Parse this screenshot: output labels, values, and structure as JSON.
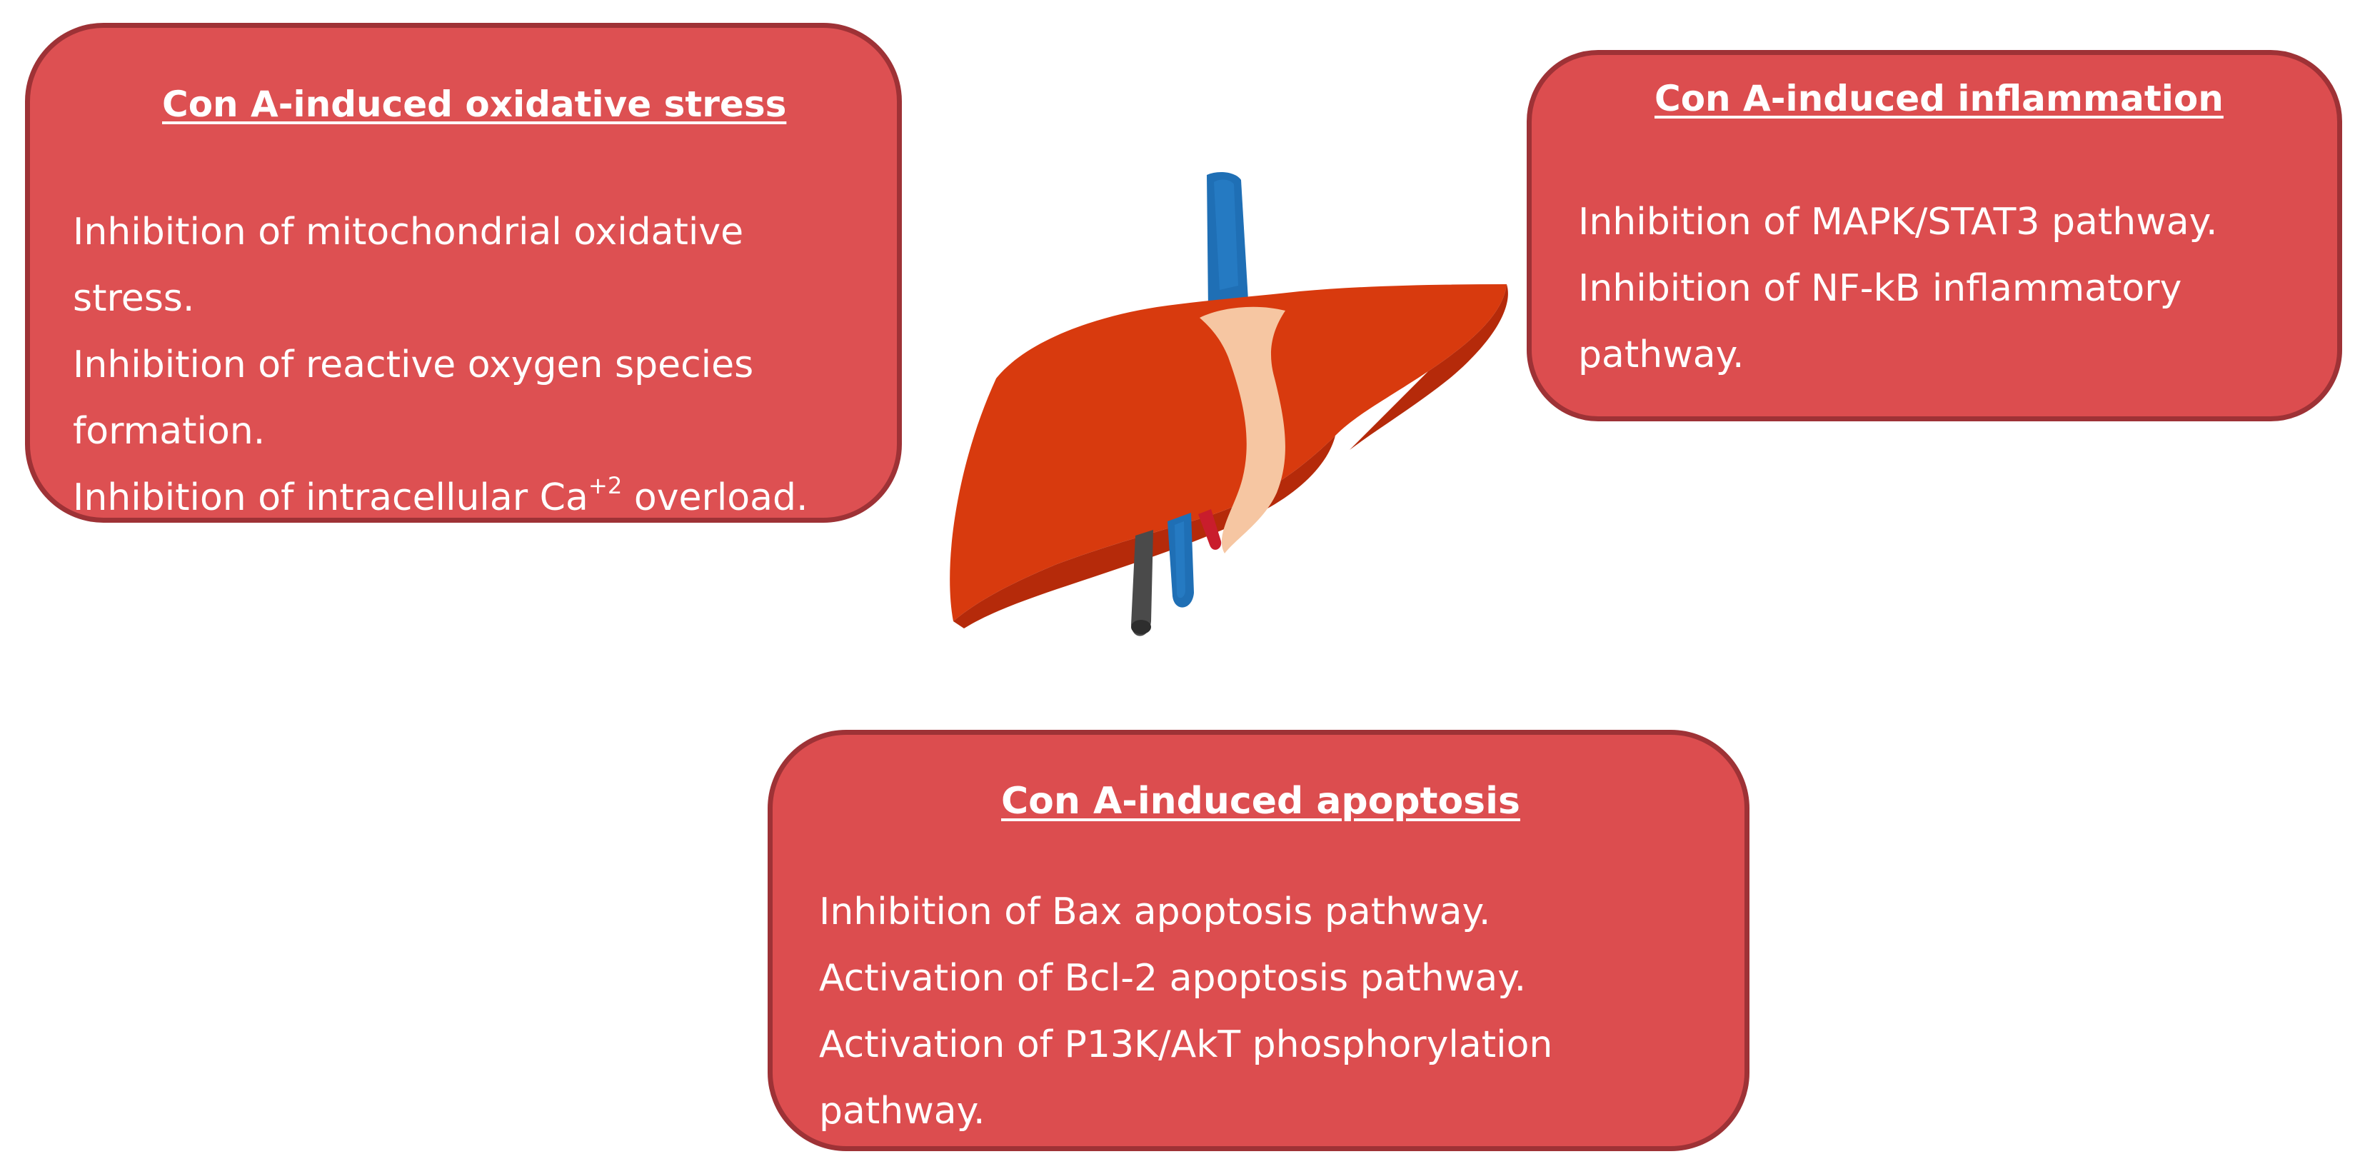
{
  "oxidative_box": {
    "title": "Con A-induced oxidative stress",
    "line1": "Inhibition of mitochondrial oxidative",
    "line2": "stress.",
    "line3": "Inhibition of reactive oxygen species",
    "line4": "formation.",
    "line5_prefix": "Inhibition of intracellular Ca",
    "line5_sup": "+2",
    "line5_suffix": " overload."
  },
  "inflammation_box": {
    "title": "Con A-induced inflammation",
    "line1": "Inhibition of MAPK/STAT3 pathway.",
    "line2": "Inhibition of NF-kB inflammatory",
    "line3": "pathway."
  },
  "apoptosis_box": {
    "title": "Con A-induced apoptosis",
    "line1": "Inhibition of Bax apoptosis pathway.",
    "line2": "Activation of Bcl-2 apoptosis pathway.",
    "line3": "Activation of P13K/AkT phosphorylation",
    "line4": "pathway."
  },
  "colors": {
    "box_fill": "#dc4d4f",
    "box_border": "#9e3236",
    "liver_main": "#d83a0e",
    "liver_shadow": "#b52a0a",
    "vein_blue": "#1f6fb5",
    "artery_red": "#c91d2c",
    "duct_gray": "#4a4a4a",
    "ligament": "#f6c6a2"
  },
  "icons": {
    "liver": "liver-icon"
  }
}
